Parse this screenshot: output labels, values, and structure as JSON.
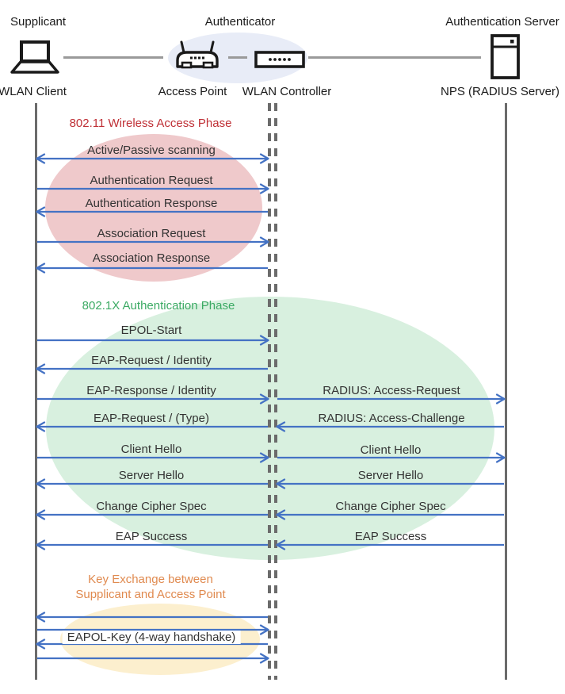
{
  "header": {
    "roles": {
      "supplicant": "Supplicant",
      "authenticator": "Authenticator",
      "auth_server": "Authentication Server"
    },
    "actors": {
      "wlan_client": "WLAN Client",
      "access_point": "Access Point",
      "wlan_controller": "WLAN Controller",
      "nps": "NPS (RADIUS Server)"
    },
    "icons": {
      "wlan_client": "laptop-icon",
      "access_point": "wireless-router-icon",
      "wlan_controller": "controller-box-icon",
      "nps": "server-icon"
    }
  },
  "phases": {
    "wireless_access": {
      "title": "802.11 Wireless Access Phase",
      "title_color": "#BF3036",
      "ellipse_color": "#EFC9CB"
    },
    "authentication": {
      "title": "802.1X Authentication Phase",
      "title_color": "#3CAA64",
      "ellipse_color": "#D8F0DF"
    },
    "key_exchange": {
      "title_line1": "Key Exchange between",
      "title_line2": "Supplicant and Access Point",
      "title_color": "#E08A4F",
      "ellipse_color": "#FCEFCE"
    }
  },
  "messages": {
    "client_to_controller": [
      {
        "label": "Active/Passive scanning",
        "direction": "bidirectional"
      },
      {
        "label": "Authentication Request",
        "direction": "right"
      },
      {
        "label": "Authentication Response",
        "direction": "left"
      },
      {
        "label": "Association Request",
        "direction": "right"
      },
      {
        "label": "Association Response",
        "direction": "left"
      },
      {
        "label": "EPOL-Start",
        "direction": "right"
      },
      {
        "label": "EAP-Request / Identity",
        "direction": "left"
      },
      {
        "label": "EAP-Response / Identity",
        "direction": "right"
      },
      {
        "label": "EAP-Request / (Type)",
        "direction": "left"
      },
      {
        "label": "Client Hello",
        "direction": "right"
      },
      {
        "label": "Server Hello",
        "direction": "left"
      },
      {
        "label": "Change Cipher Spec",
        "direction": "left"
      },
      {
        "label": "EAP Success",
        "direction": "left"
      },
      {
        "label": "EAPOL-Key (4-way handshake)",
        "direction": "four-way-handshake"
      }
    ],
    "controller_to_server": [
      {
        "label": "RADIUS: Access-Request",
        "direction": "right"
      },
      {
        "label": "RADIUS: Access-Challenge",
        "direction": "left"
      },
      {
        "label": "Client Hello",
        "direction": "right"
      },
      {
        "label": "Server Hello",
        "direction": "left"
      },
      {
        "label": "Change Cipher Spec",
        "direction": "left"
      },
      {
        "label": "EAP Success",
        "direction": "left"
      }
    ]
  },
  "colors": {
    "arrow": "#4472C4",
    "lifeline": "#6B6B6B",
    "connector": "#9A9A9A",
    "authenticator_group_ellipse": "#E8ECF7",
    "label_text": "#333333"
  }
}
